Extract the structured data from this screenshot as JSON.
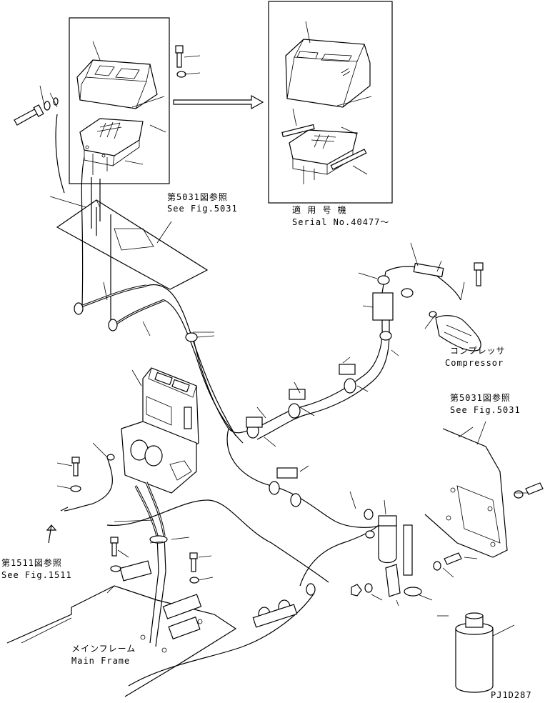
{
  "labels": {
    "serial_jp": "適 用 号 機",
    "serial_en": "Serial No.40477～",
    "ref5031_top_jp": "第5031図参照",
    "ref5031_top_en": "See Fig.5031",
    "compressor_jp": "コンプレッサ",
    "compressor_en": "Compressor",
    "ref5031_right_jp": "第5031図参照",
    "ref5031_right_en": "See Fig.5031",
    "ref1511_jp": "第1511図参照",
    "ref1511_en": "See Fig.1511",
    "mainframe_jp": "メインフレーム",
    "mainframe_en": "Main Frame",
    "drawing_code": "PJ1D287"
  }
}
